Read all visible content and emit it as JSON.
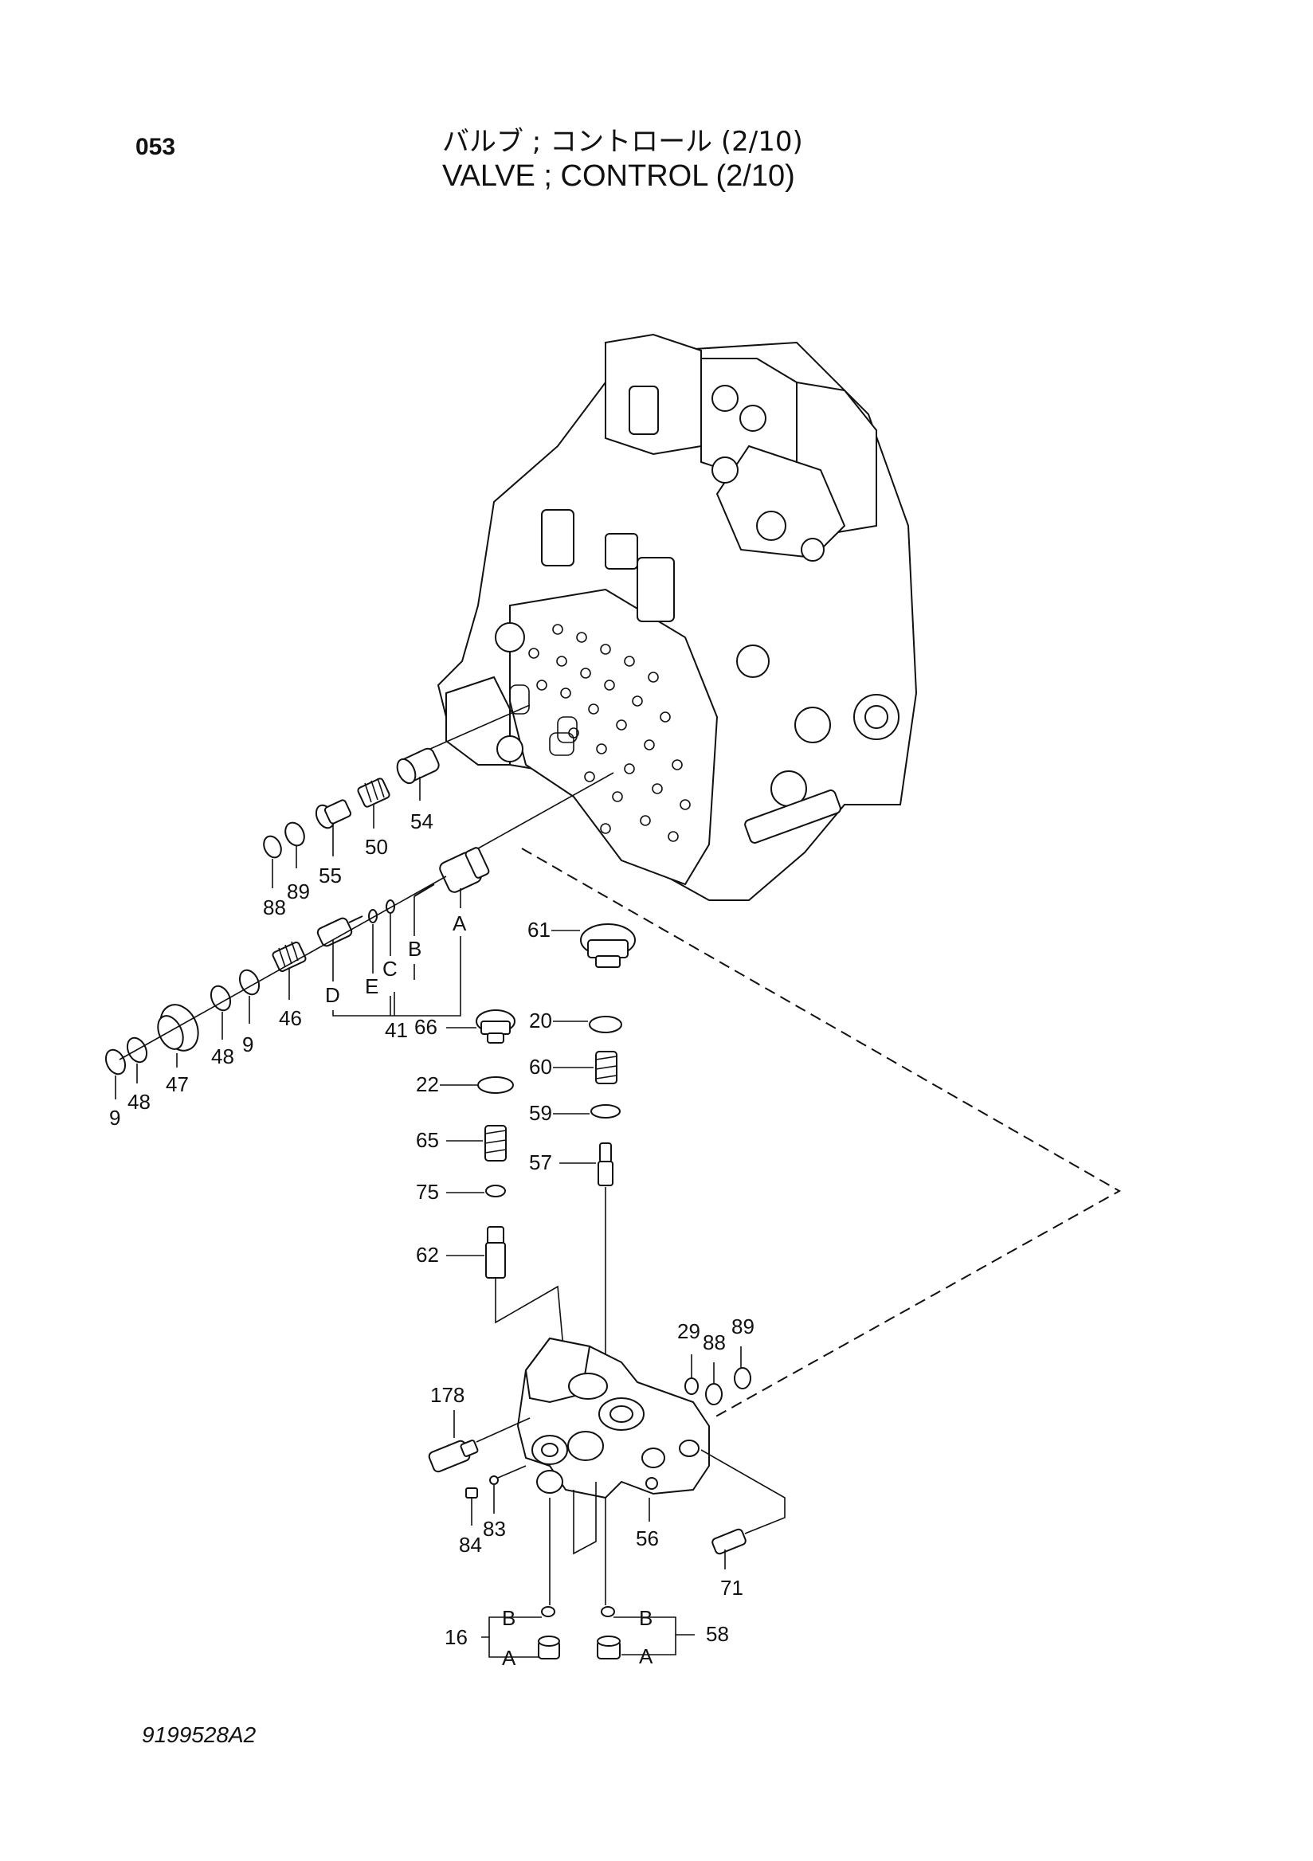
{
  "header": {
    "page_number": "053",
    "title_jp": "バルブ ; コントロール (2/10)",
    "title_en": "VALVE ; CONTROL (2/10)"
  },
  "footer": {
    "drawing_code": "9199528A2"
  },
  "callouts": {
    "p54": "54",
    "p55": "55",
    "p50": "50",
    "p88a": "88",
    "p89a": "89",
    "pA1": "A",
    "pB1": "B",
    "pC1": "C",
    "pD1": "D",
    "pE1": "E",
    "p41": "41",
    "p46": "46",
    "p9a": "9",
    "p48a": "48",
    "p47": "47",
    "p9b": "9",
    "p48b": "48",
    "p61": "61",
    "p20": "20",
    "p60": "60",
    "p59": "59",
    "p57": "57",
    "p66": "66",
    "p22": "22",
    "p65": "65",
    "p75": "75",
    "p62": "62",
    "p29": "29",
    "p88b": "88",
    "p89b": "89",
    "p178": "178",
    "p84": "84",
    "p83": "83",
    "p56": "56",
    "p71": "71",
    "p16": "16",
    "pB16": "B",
    "pA16": "A",
    "p58": "58",
    "pB58": "B",
    "pA58": "A"
  }
}
